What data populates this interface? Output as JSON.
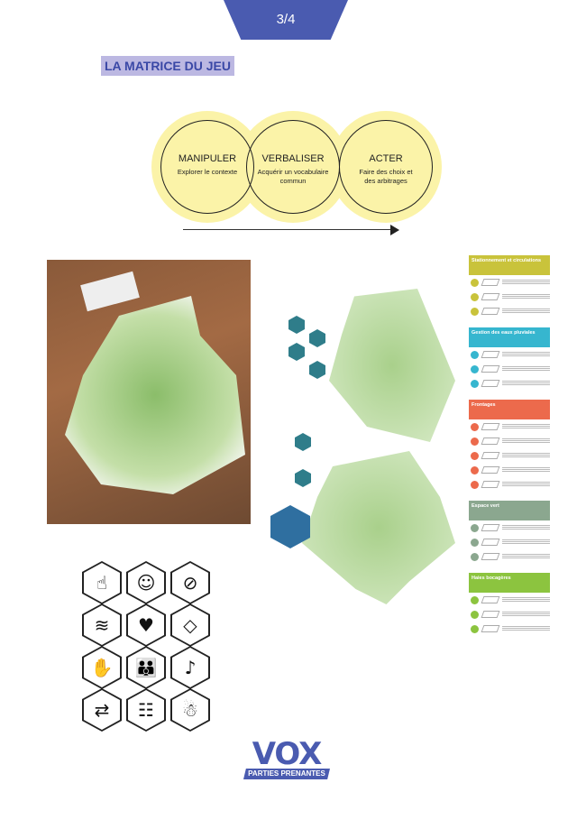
{
  "page_number": "3/4",
  "title": "LA MATRICE DU JEU",
  "matrix": [
    {
      "heading": "MANIPULER",
      "text": "Explorer le contexte"
    },
    {
      "heading": "VERBALISER",
      "text": "Acquérir un vocabulaire commun"
    },
    {
      "heading": "ACTER",
      "text": "Faire des choix et des arbitrages"
    }
  ],
  "legend": [
    {
      "heading": "Stationnement et circulations",
      "color": "#c9c33b",
      "rows": 3
    },
    {
      "heading": "Gestion des eaux pluviales",
      "color": "#36b6cf",
      "rows": 3
    },
    {
      "heading": "Frontages",
      "color": "#ec6a4c",
      "rows": 5
    },
    {
      "heading": "Espace vert",
      "color": "#8ba78f",
      "rows": 3
    },
    {
      "heading": "Haies bocagères",
      "color": "#8cc43f",
      "rows": 3
    }
  ],
  "icons": [
    "fingerprint-lightbulb-icon",
    "head-icon",
    "eye-slash-icon",
    "wifi-icon",
    "heart-icon",
    "shapes-icon",
    "hand-plant-icon",
    "family-icon",
    "party-icon",
    "shuffle-icon",
    "group-icon",
    "person-icon"
  ],
  "logo": {
    "name": "VOX",
    "tagline": "PARTIES PRENANTES"
  }
}
